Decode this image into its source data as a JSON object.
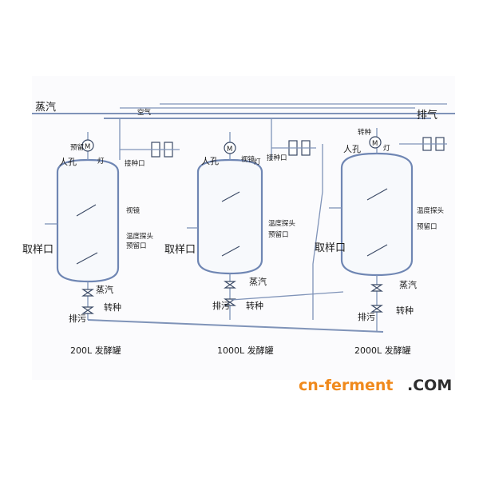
{
  "labels": {
    "steam_main": "蒸汽",
    "air": "空气",
    "exhaust": "排气",
    "sampling_port": "取样口",
    "manhole": "人孔",
    "lamp": "灯",
    "inoculation_port": "接种口",
    "reserve": "预留",
    "sight_glass": "视镜",
    "temp_probe": "温度探头",
    "reserve_port": "预留口",
    "steam": "蒸汽",
    "transfer": "转种",
    "drain": "排污",
    "sight_small": "视镜"
  },
  "tanks": [
    {
      "name": "200L 发酵罐"
    },
    {
      "name": "1000L 发酵罐"
    },
    {
      "name": "2000L 发酵罐"
    }
  ],
  "watermark": {
    "prefix": "cn-ferment",
    "suffix": ".COM"
  },
  "colors": {
    "pipe": "#7f93b8",
    "accent": "#f08a1c"
  }
}
